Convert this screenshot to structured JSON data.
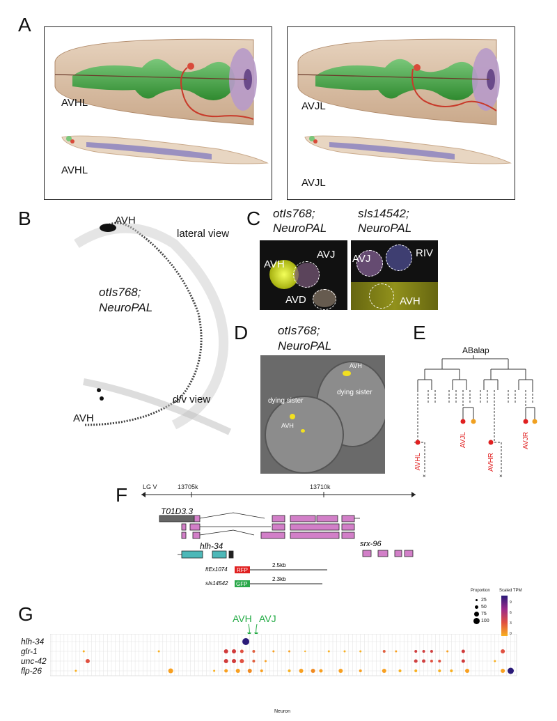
{
  "panels": {
    "A": "A",
    "B": "B",
    "C": "C",
    "D": "D",
    "E": "E",
    "F": "F",
    "G": "G"
  },
  "panelA": {
    "left": {
      "top_label": "AVHL",
      "bottom_label": "AVHL"
    },
    "right": {
      "top_label": "AVJL",
      "bottom_label": "AVJL"
    }
  },
  "panelB": {
    "top_cell": "AVH",
    "lateral": "lateral view",
    "strain_line1": "otIs768;",
    "strain_line2": "NeuroPAL",
    "dv": "d/v view",
    "bottom_cell": "AVH"
  },
  "panelC": {
    "left_title1": "otIs768;",
    "left_title2": "NeuroPAL",
    "right_title1": "sIs14542;",
    "right_title2": "NeuroPAL",
    "left_cells": [
      "AVH",
      "AVJ",
      "AVD"
    ],
    "right_cells": [
      "AVJ",
      "RIV",
      "AVH"
    ]
  },
  "panelD": {
    "title1": "otIs768;",
    "title2": "NeuroPAL",
    "avh_top": "AVH",
    "dying_right": "dying sister",
    "dying_left": "dying sister",
    "avh_left": "AVH"
  },
  "panelE": {
    "root": "ABalap",
    "leaves": [
      "AVHL",
      "AVJL",
      "AVHR",
      "AVJR"
    ],
    "leaf_color": "#e02020",
    "sister_color": "#f0a020"
  },
  "panelF": {
    "chrom": "LG V",
    "tick1": "13705k",
    "tick2": "13710k",
    "gene_main": "T01D3.3",
    "gene_hlh": "hlh-34",
    "gene_srx": "srx-96",
    "construct1": "ftEx1074",
    "tag1": "RFP",
    "len1": "2.5kb",
    "construct2": "sIs14542",
    "tag2": "GFP",
    "len2": "2.3kb",
    "exon_color": "#d27fc8",
    "hlh_color": "#4db8b8"
  },
  "panelG": {
    "annot1": "AVH",
    "annot2": "AVJ",
    "genes": [
      "hlh-34",
      "glr-1",
      "unc-42",
      "flp-26"
    ],
    "xlabel": "Neuron",
    "legend_prop_title": "Proportion",
    "legend_prop_values": [
      "25",
      "50",
      "75",
      "100"
    ],
    "legend_tpm_title": "Scaled TPM",
    "legend_tpm_ticks": [
      "9",
      "6",
      "3",
      "0"
    ],
    "highlight_color": "#22aa44"
  }
}
